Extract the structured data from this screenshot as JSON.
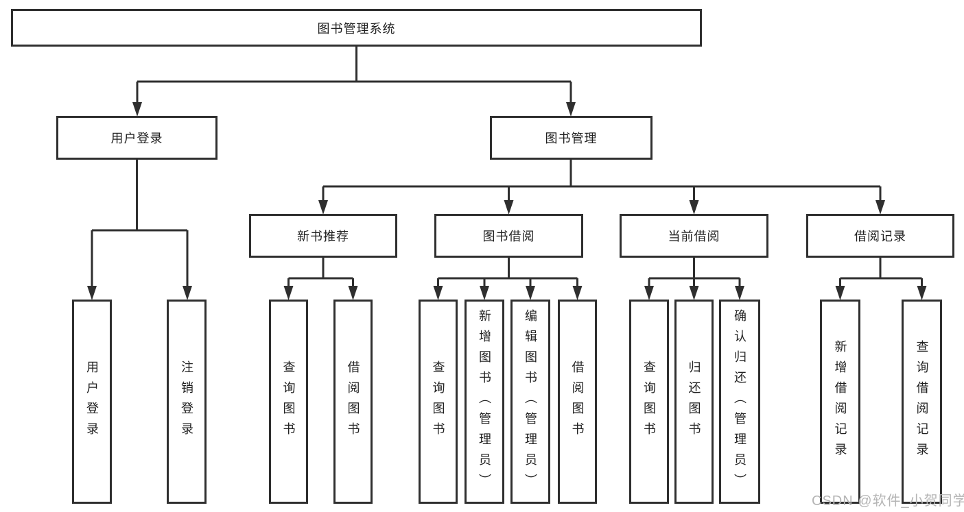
{
  "diagram": {
    "root": {
      "label": "图书管理系统"
    },
    "branches": [
      {
        "label": "用户登录",
        "leaves": [
          "用户登录",
          "注销登录"
        ]
      },
      {
        "label": "图书管理",
        "groups": [
          {
            "label": "新书推荐",
            "leaves": [
              "查询图书",
              "借阅图书"
            ]
          },
          {
            "label": "图书借阅",
            "leaves": [
              "查询图书",
              "新增图书（管理员）",
              "编辑图书（管理员）",
              "借阅图书"
            ]
          },
          {
            "label": "当前借阅",
            "leaves": [
              "查询图书",
              "归还图书",
              "确认归还（管理员）"
            ]
          },
          {
            "label": "借阅记录",
            "leaves": [
              "新增借阅记录",
              "查询借阅记录"
            ]
          }
        ]
      }
    ]
  },
  "watermark": {
    "text": "CSDN @软件_小贺同学"
  },
  "colors": {
    "line": "#2f2f2f",
    "text": "#1f1f1f",
    "background": "#ffffff",
    "watermark": "#b5b5b5"
  }
}
